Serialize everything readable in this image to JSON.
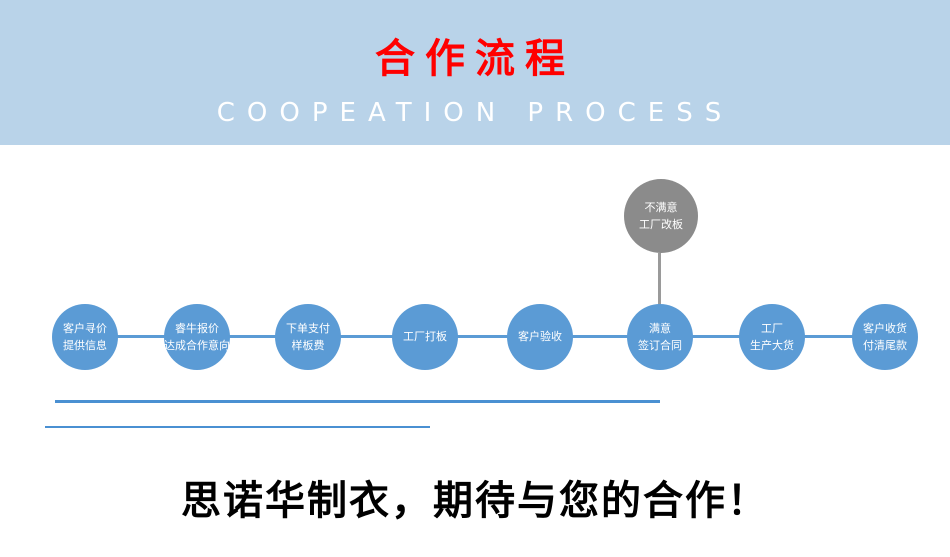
{
  "banner": {
    "title": "合作流程",
    "subtitle": "COOPEATION  PROCESS",
    "bg_color": "#b9d3e9",
    "title_color": "#ff0000",
    "subtitle_color": "#ffffff"
  },
  "flow": {
    "node_color": "#5b9bd5",
    "alt_node_color": "#8b8b8b",
    "connector_color": "#5b9bd5",
    "alt_node": {
      "lines": [
        "不满意",
        "工厂改板"
      ]
    },
    "steps": [
      {
        "lines": [
          "客户寻价",
          "提供信息"
        ]
      },
      {
        "lines": [
          "睿牛报价",
          "达成合作意向"
        ]
      },
      {
        "lines": [
          "下单支付",
          "样板费"
        ]
      },
      {
        "lines": [
          "工厂打板"
        ]
      },
      {
        "lines": [
          "客户验收"
        ]
      },
      {
        "lines": [
          "满意",
          "签订合同"
        ]
      },
      {
        "lines": [
          "工厂",
          "生产大货"
        ]
      },
      {
        "lines": [
          "客户收货",
          "付清尾款"
        ]
      }
    ]
  },
  "footer": {
    "slogan": "思诺华制衣，期待与您的合作！"
  }
}
